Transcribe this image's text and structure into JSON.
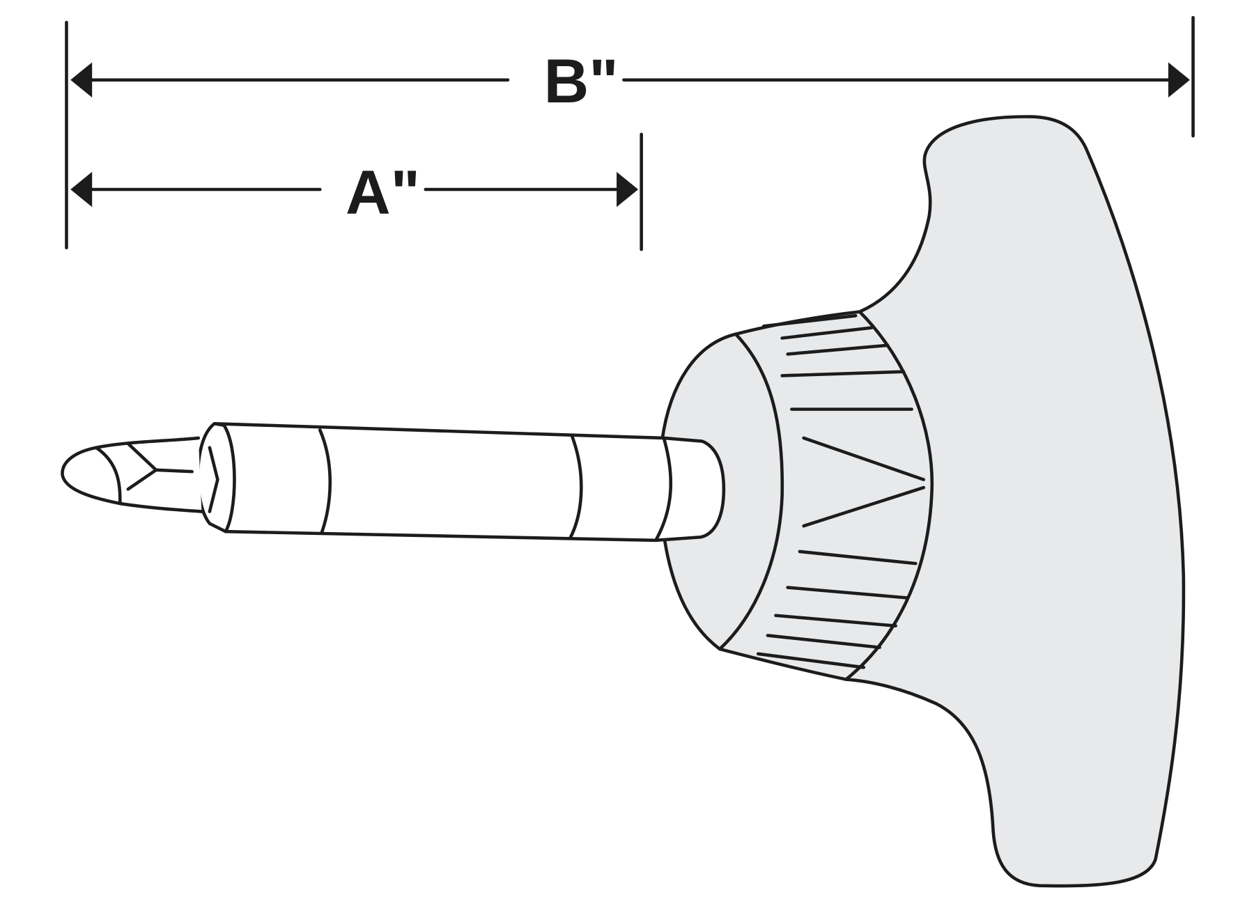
{
  "diagram": {
    "dimensions": [
      {
        "id": "B",
        "label": "B\""
      },
      {
        "id": "A",
        "label": "A\""
      }
    ],
    "colors": {
      "line": "#1c1c1c",
      "fill": "#e8e9eb",
      "background": "#ffffff"
    }
  }
}
